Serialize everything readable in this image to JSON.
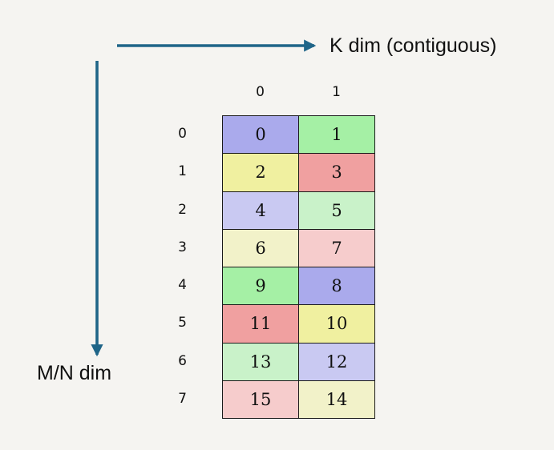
{
  "axes": {
    "k_label": "K dim (contiguous)",
    "mn_label": "M/N dim",
    "arrow_color": "#1F6588"
  },
  "table": {
    "col_headers": [
      "0",
      "1"
    ],
    "row_headers": [
      "0",
      "1",
      "2",
      "3",
      "4",
      "5",
      "6",
      "7"
    ],
    "rows": [
      [
        {
          "value": "0",
          "color": "#AAAAEC"
        },
        {
          "value": "1",
          "color": "#A5F0A5"
        }
      ],
      [
        {
          "value": "2",
          "color": "#F0F0A0"
        },
        {
          "value": "3",
          "color": "#F0A0A0"
        }
      ],
      [
        {
          "value": "4",
          "color": "#C9C9F2"
        },
        {
          "value": "5",
          "color": "#C9F2C9"
        }
      ],
      [
        {
          "value": "6",
          "color": "#F2F2C9"
        },
        {
          "value": "7",
          "color": "#F6CCCC"
        }
      ],
      [
        {
          "value": "9",
          "color": "#A5F0A5"
        },
        {
          "value": "8",
          "color": "#AAAAEC"
        }
      ],
      [
        {
          "value": "11",
          "color": "#F0A0A0"
        },
        {
          "value": "10",
          "color": "#F0F0A0"
        }
      ],
      [
        {
          "value": "13",
          "color": "#C9F2C9"
        },
        {
          "value": "12",
          "color": "#C9C9F2"
        }
      ],
      [
        {
          "value": "15",
          "color": "#F6CCCC"
        },
        {
          "value": "14",
          "color": "#F2F2C9"
        }
      ]
    ]
  },
  "colors": {
    "background": "#F5F4F1",
    "cell_border": "#1A1A1A",
    "text": "#111111"
  }
}
